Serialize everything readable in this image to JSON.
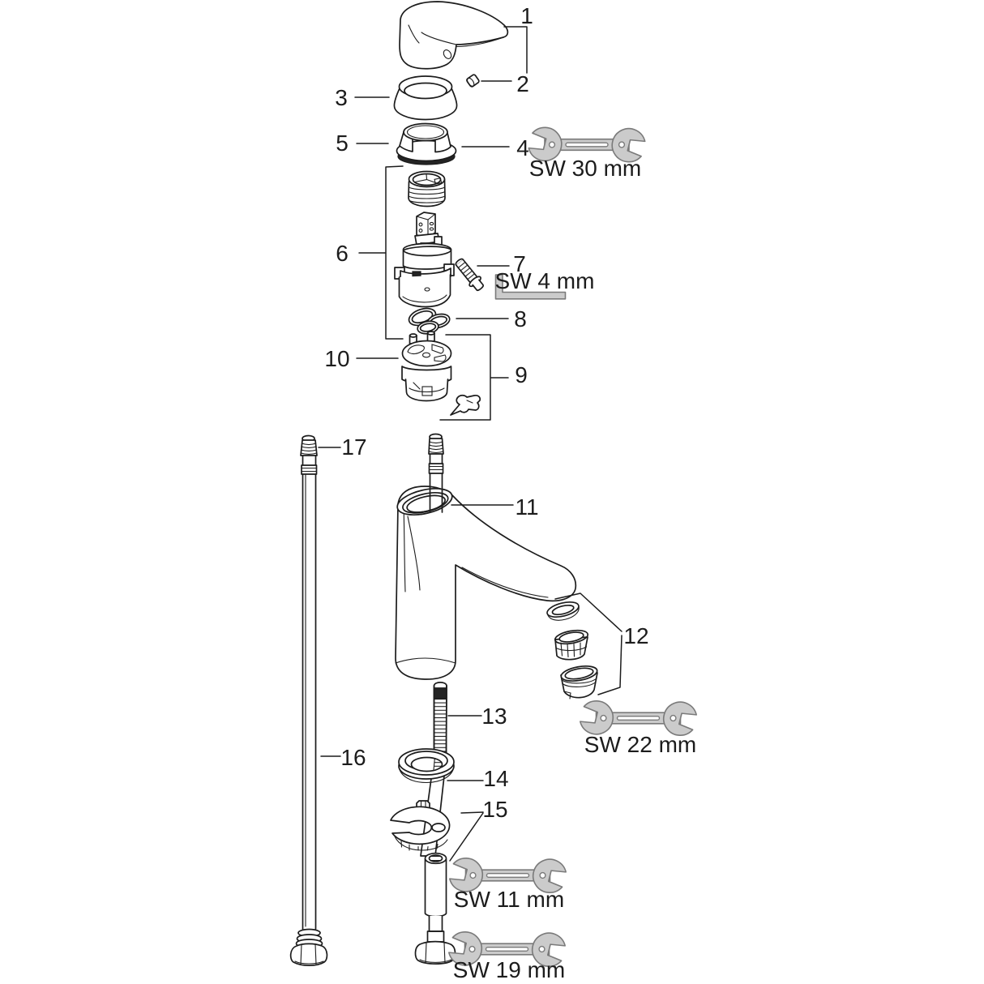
{
  "diagram": {
    "part_labels": [
      {
        "text": "1"
      },
      {
        "text": "2"
      },
      {
        "text": "3"
      },
      {
        "text": "4"
      },
      {
        "text": "5"
      },
      {
        "text": "6"
      },
      {
        "text": "7"
      },
      {
        "text": "8"
      },
      {
        "text": "9"
      },
      {
        "text": "10"
      },
      {
        "text": "11"
      },
      {
        "text": "12"
      },
      {
        "text": "13"
      },
      {
        "text": "14"
      },
      {
        "text": "15"
      },
      {
        "text": "16"
      },
      {
        "text": "17"
      }
    ],
    "tool_labels": [
      {
        "text": "SW 30 mm"
      },
      {
        "text": "SW 4 mm"
      },
      {
        "text": "SW 22 mm"
      },
      {
        "text": "SW 11 mm"
      },
      {
        "text": "SW 19 mm"
      }
    ],
    "colors": {
      "line": "#1c1c1c",
      "tool_fill": "#cbcbcb",
      "tool_stroke": "#7a7a7a",
      "background": "#ffffff"
    }
  }
}
